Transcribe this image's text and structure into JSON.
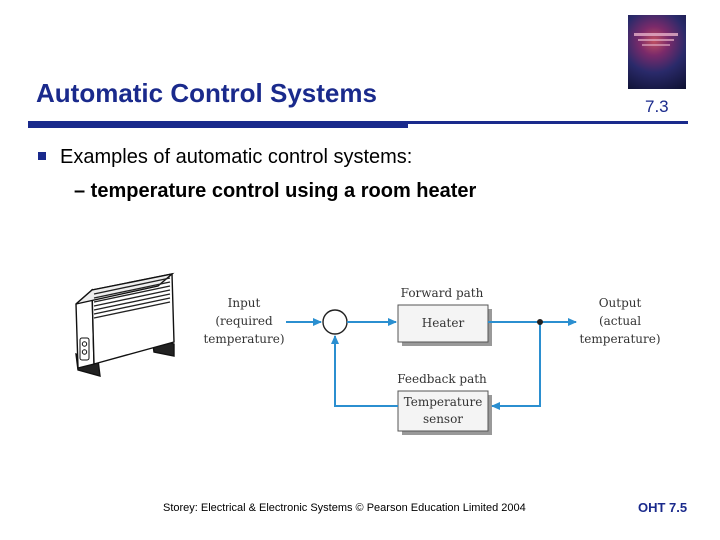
{
  "slide": {
    "title": "Automatic Control Systems",
    "slide_number": "7.3",
    "bullet_main": "Examples of automatic control systems:",
    "bullet_sub": "– temperature control using a room heater",
    "footer": "Storey: Electrical & Electronic Systems © Pearson Education Limited 2004",
    "oht_label": "OHT 7.5"
  },
  "diagram": {
    "input_lines": [
      "Input",
      "(required",
      "temperature)"
    ],
    "forward_path_label": "Forward path",
    "heater_label": "Heater",
    "output_lines": [
      "Output",
      "(actual",
      "temperature)"
    ],
    "feedback_path_label": "Feedback path",
    "sensor_lines": [
      "Temperature",
      "sensor"
    ]
  },
  "colors": {
    "title": "#1a2a8c",
    "flow_arrow": "#2b8fd0",
    "block_fill": "#f4f4f4"
  }
}
